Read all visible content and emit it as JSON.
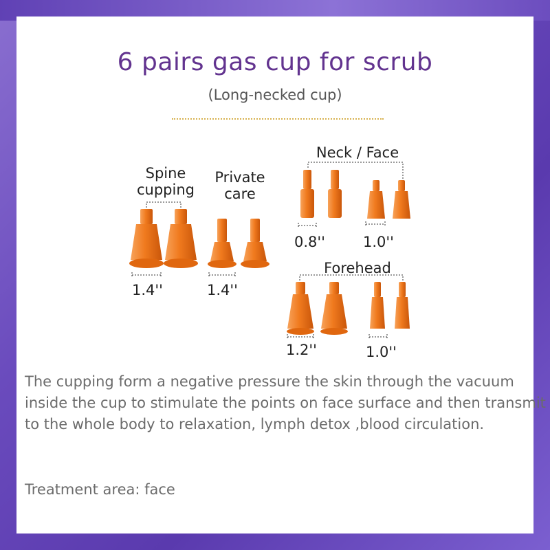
{
  "title": "6 pairs gas cup for scrub",
  "subtitle": "(Long-necked cup)",
  "groups": {
    "spine": {
      "label_line1": "Spine",
      "label_line2": "cupping",
      "size": "1.4''"
    },
    "private": {
      "label_line1": "Private",
      "label_line2": "care",
      "size": "1.4''"
    },
    "neck_face": {
      "label": "Neck / Face",
      "size_left": "0.8''",
      "size_right": "1.0''"
    },
    "forehead": {
      "label": "Forehead",
      "size_left": "1.2''",
      "size_right": "1.0''"
    }
  },
  "description": "The cupping form a negative pressure the skin through the vacuum inside the cup to stimulate the points on face surface and then transmit to the whole body to relaxation, lymph detox ,blood circulation.",
  "treatment_area": "Treatment area: face",
  "colors": {
    "title": "#62338f",
    "cup": "#f07a1e",
    "cup_dark": "#d25a08",
    "accent_line": "#d7b24f"
  }
}
